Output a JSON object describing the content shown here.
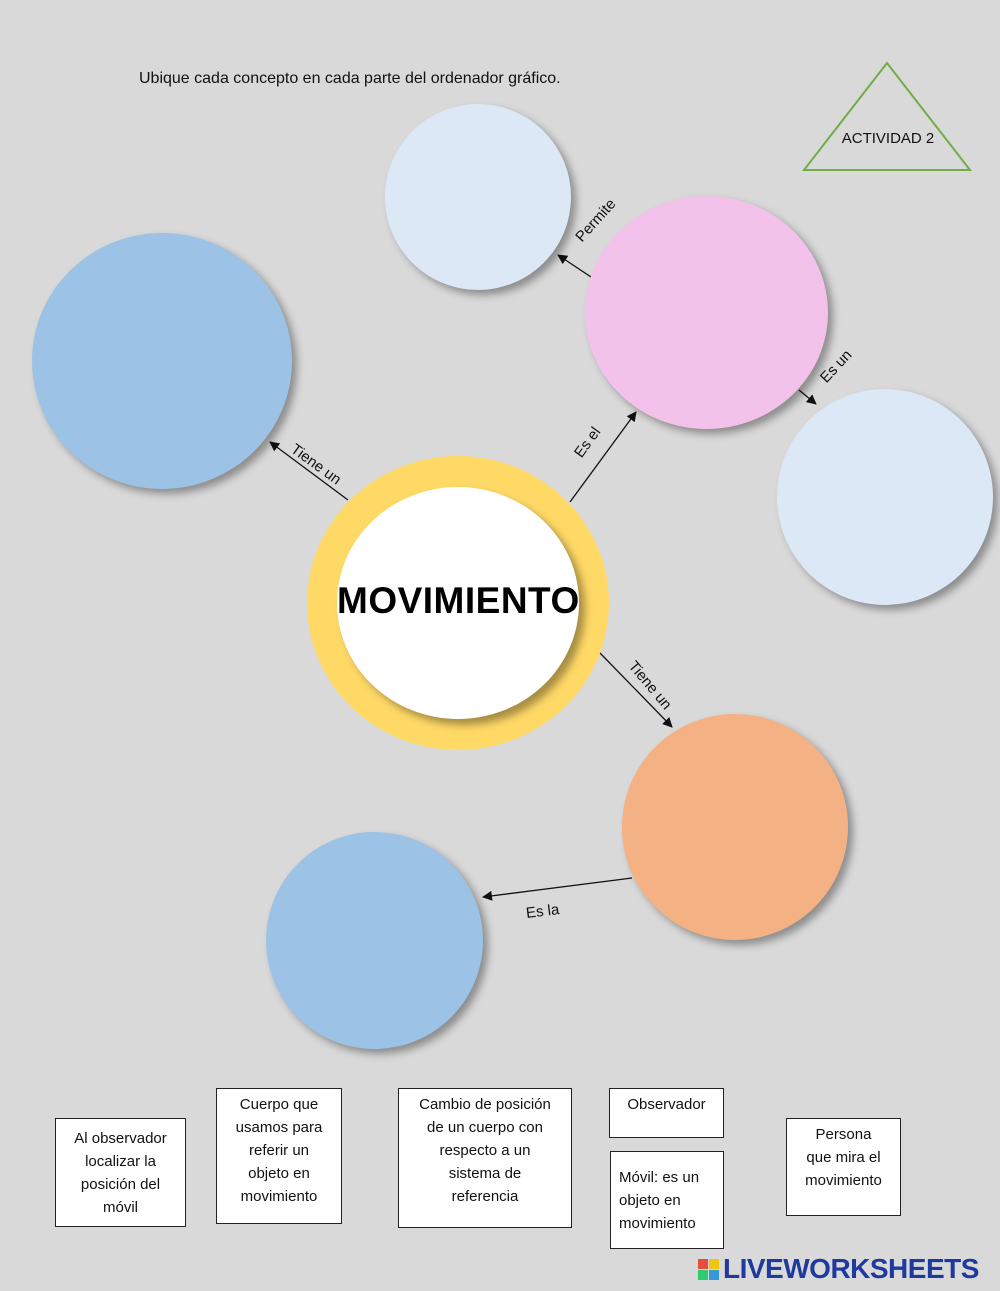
{
  "instruction": "Ubique cada concepto en cada parte del ordenador gráfico.",
  "activity_label": "ACTIVIDAD 2",
  "center_title": "MOVIMIENTO",
  "relations": {
    "permite": "Permite",
    "es_un": "Es un",
    "es_el": "Es el",
    "tiene_un_left": "Tiene un",
    "tiene_un_right": "Tiene un",
    "es_la": "Es la"
  },
  "cards": [
    "Al observador\nlocalizar la\nposición del\nmóvil",
    "Cuerpo que\nusamos para\nreferir un\nobjeto en\nmovimiento",
    "Cambio de posición\nde un cuerpo con\nrespecto a un\nsistema de\nreferencia",
    "Observador",
    "Móvil: es un\nobjeto en\nmovimiento",
    "Persona\nque mira el\nmovimiento"
  ],
  "logo_text": "LIVEWORKSHEETS",
  "colors": {
    "background": "#d9d9d9",
    "ring": "#ffd966",
    "light_blue": "#dce8f5",
    "blue": "#9cc2e5",
    "pink": "#f2c2eb",
    "orange": "#f4b183",
    "triangle": "#70ad47",
    "logo": "#1f3a9e"
  }
}
